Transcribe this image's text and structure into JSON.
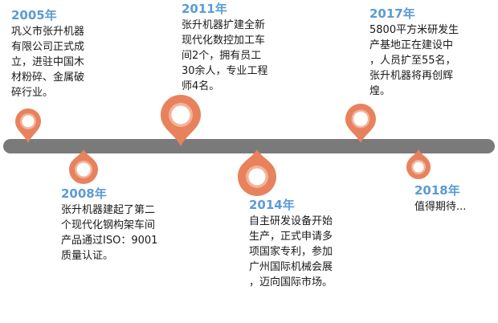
{
  "colors": {
    "pin_fill": "#e8825c",
    "pin_ring": "#ffffff",
    "year_text": "#5b9bd5",
    "timeline_bar": "#7a7a7a"
  },
  "events": [
    {
      "year": "2005年",
      "lines": [
        "巩义市张升机器",
        "有限公司正式成",
        "立，进驻中国木",
        "材粉碎、金属破",
        "碎行业。"
      ]
    },
    {
      "year": "2008年",
      "lines": [
        "张升机器建起了第二",
        "个现代化钢构架车间",
        "产品通过ISO：9001",
        "质量认证。"
      ]
    },
    {
      "year": "2011年",
      "lines": [
        "张升机器扩建全新",
        "现代化数控加工车",
        "间2个，拥有员工",
        "30余人，专业工程",
        "师4名。"
      ]
    },
    {
      "year": "2014年",
      "lines": [
        "自主研发设备开始",
        "生产，正式申请多",
        "项国家专利，参加",
        "广州国际机械会展",
        "，迈向国际市场。"
      ]
    },
    {
      "year": "2017年",
      "lines": [
        "5800平方米研发生",
        "产基地正在建设中",
        "，人员扩至55名，",
        "张升机器将再创辉",
        "煌。"
      ]
    },
    {
      "year": "2018年",
      "lines": [
        "值得期待..."
      ]
    }
  ]
}
